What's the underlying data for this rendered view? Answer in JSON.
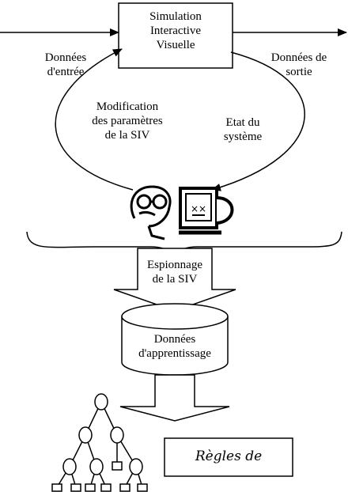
{
  "simulation_box": {
    "line1": "Simulation",
    "line2": "Interactive",
    "line3": "Visuelle"
  },
  "input_data": {
    "line1": "Données",
    "line2": "d'entrée"
  },
  "output_data": {
    "line1": "Données de",
    "line2": "sortie"
  },
  "parameter_modification": {
    "line1": "Modification",
    "line2": "des paramètres",
    "line3": "de la SIV"
  },
  "system_state": {
    "line1": "Etat du",
    "line2": "système"
  },
  "spying": {
    "line1": "Espionnage",
    "line2": "de la SIV"
  },
  "learning_data": {
    "line1": "Données",
    "line2": "d'apprentissage"
  },
  "rules": {
    "label": "Règles de"
  },
  "icons": {
    "user": "user-face-icon",
    "computer": "computer-terminal-icon",
    "tree": "decision-tree-icon"
  }
}
